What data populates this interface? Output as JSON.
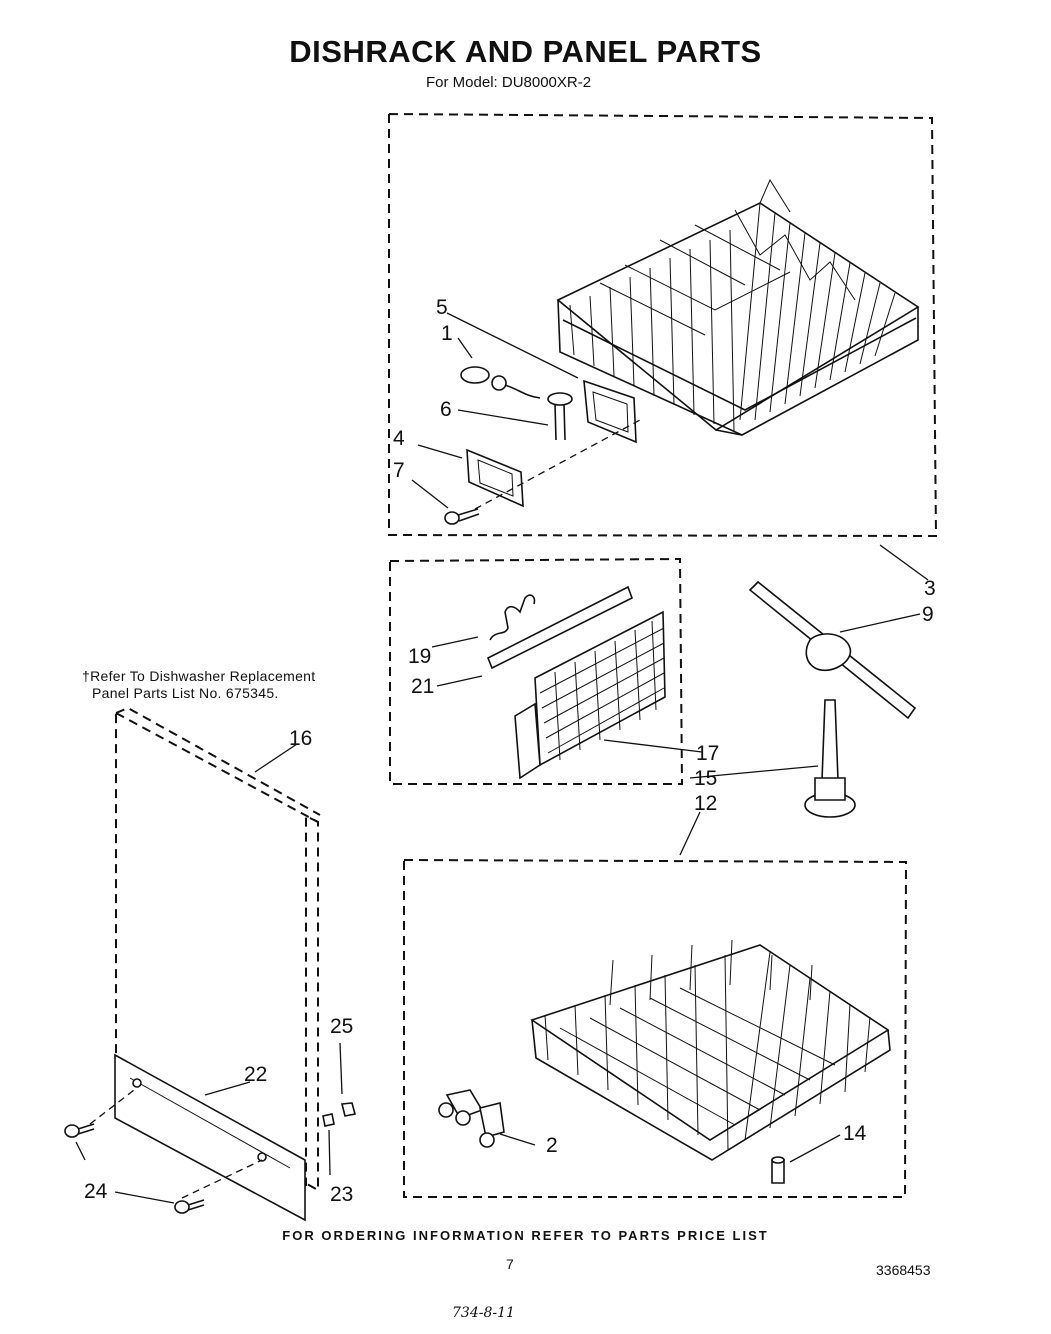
{
  "header": {
    "title": "DISHRACK AND PANEL PARTS",
    "subtitle": "For Model: DU8000XR-2"
  },
  "note": {
    "line1": "†Refer To Dishwasher Replacement",
    "line2": "Panel Parts List No. 675345."
  },
  "callouts": {
    "c1": "1",
    "c2": "2",
    "c3": "3",
    "c4": "4",
    "c5": "5",
    "c6": "6",
    "c7": "7",
    "c9": "9",
    "c12": "12",
    "c14": "14",
    "c15": "15",
    "c16": "16",
    "c17": "17",
    "c19": "19",
    "c21": "21",
    "c22": "22",
    "c23": "23",
    "c24": "24",
    "c25": "25"
  },
  "footer": {
    "ordering": "FOR ORDERING INFORMATION REFER TO PARTS PRICE LIST",
    "page_number": "7",
    "document_number": "3368453",
    "handwritten": "734-8-11"
  },
  "colors": {
    "ink": "#111111",
    "paper": "#ffffff"
  }
}
